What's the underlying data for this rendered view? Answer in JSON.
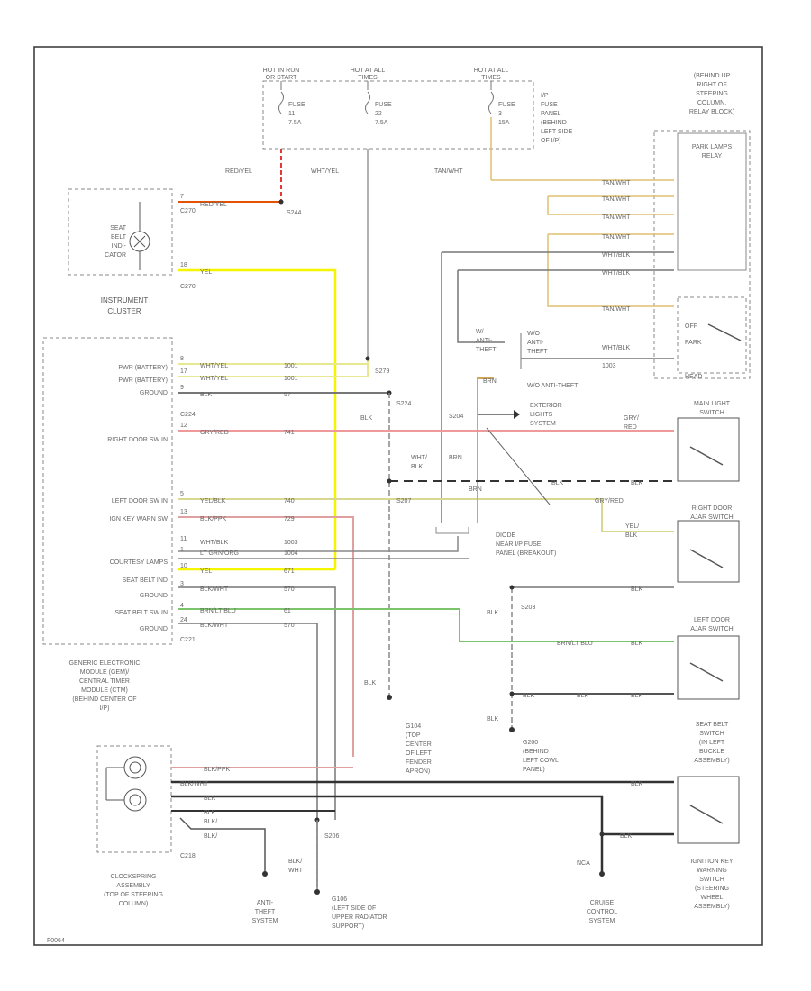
{
  "hot_in_run": [
    "HOT IN RUN",
    "OR START"
  ],
  "hot_at_all_1": [
    "HOT AT ALL",
    "TIMES"
  ],
  "hot_at_all_2": [
    "HOT AT ALL",
    "TIMES"
  ],
  "fuse_a": [
    "FUSE",
    "11",
    "7.5A"
  ],
  "fuse_b": [
    "FUSE",
    "22",
    "7.5A"
  ],
  "fuse_c": [
    "FUSE",
    "3",
    "15A"
  ],
  "fuse_panel": [
    "I/P",
    "FUSE",
    "PANEL",
    "(BEHIND",
    "LEFT SIDE",
    "OF I/P)"
  ],
  "relay_box": [
    "(BEHIND UP",
    "RIGHT OF",
    "STEERING",
    "COLUMN,",
    "RELAY BLOCK)"
  ],
  "park_lamps_relay": [
    "PARK LAMPS",
    "RELAY"
  ],
  "seat_belt_ind": [
    "SEAT",
    "BELT",
    "INDI-",
    "CATOR"
  ],
  "instrument_cluster": [
    "INSTRUMENT",
    "CLUSTER"
  ],
  "wire_red_yel": "RED/YEL",
  "wire_wht_yel": "WHT/YEL",
  "wire_tan_wht": "TAN/WHT",
  "c270a": "C270",
  "c270b": "C270",
  "s244": "S244",
  "pin_7": "7",
  "pin_18": "18",
  "red_yel_c": "RED/YEL",
  "yel_c": "YEL",
  "s279": "S279",
  "s224": "S224",
  "c224": "C224",
  "s204": "S204",
  "s207": "S207",
  "gem_labels": [
    "PWR (BATTERY)",
    "PWR (BATTERY)",
    "GROUND",
    "RIGHT DOOR SW IN"
  ],
  "gem_labels2": [
    "LEFT DOOR SW IN",
    "IGN KEY WARN SW",
    "COURTESY LAMPS",
    "SEAT BELT IND",
    "GROUND",
    "SEAT BELT SW IN",
    "GROUND"
  ],
  "gem_title": [
    "GENERIC ELECTRONIC",
    "MODULE (GEM)/",
    "CENTRAL TIMER",
    "MODULE (CTM)",
    "(BEHIND CENTER OF",
    "I/P)"
  ],
  "c221": "C221",
  "row_wires": [
    "WHT/YEL",
    "WHT/YEL",
    "BLK",
    "GRY/RED",
    "YEL/BLK",
    "BLK/PPK",
    "WHT/BLK",
    "LT GRN/ORG",
    "YEL",
    "BLK/WHT",
    "BRN/LT BLU",
    "BLK/WHT"
  ],
  "row_circuits": [
    "1001",
    "1001",
    "57",
    "741",
    "740",
    "729",
    "1003",
    "1004",
    "671",
    "570",
    "61",
    "570"
  ],
  "row_pins": [
    "8",
    "17",
    "9",
    "12",
    "5",
    "13",
    "11",
    "1",
    "10",
    "3",
    "4",
    "24"
  ],
  "blk": "BLK",
  "wht_blk": [
    "WHT/",
    "BLK"
  ],
  "gry_red": [
    "GRY/",
    "RED"
  ],
  "yel_blk": [
    "YEL/",
    "BLK"
  ],
  "brn": "BRN",
  "wires_tan_wht": [
    "TAN/WHT",
    "TAN/WHT",
    "TAN/WHT",
    "TAN/WHT",
    "TAN/WHT"
  ],
  "wire_wht_blk2": [
    "WHT/BLK",
    "WHT/BLK"
  ],
  "with_anti_theft": [
    "W/",
    "ANTI-",
    "THEFT"
  ],
  "without_anti_theft": [
    "W/O",
    "ANTI-",
    "THEFT"
  ],
  "wo_anti_theft_2": "W/O ANTI-THEFT",
  "exterior_lights": [
    "EXTERIOR",
    "LIGHTS",
    "SYSTEM"
  ],
  "headlamp_switch": [
    "MAIN LIGHT",
    "SWITCH"
  ],
  "off_park_head": [
    "OFF",
    "PARK",
    "HEAD"
  ],
  "right_door_jamb": [
    "RIGHT DOOR",
    "AJAR SWITCH"
  ],
  "left_door_jamb": [
    "LEFT DOOR",
    "AJAR SWITCH"
  ],
  "seat_belt_switch": [
    "SEAT BELT",
    "SWITCH",
    "(IN LEFT",
    "BUCKLE",
    "ASSEMBLY)"
  ],
  "ign_key_switch": [
    "IGNITION KEY",
    "WARNING",
    "SWITCH",
    "(STEERING",
    "WHEEL",
    "ASSEMBLY)"
  ],
  "diode_box": [
    "DIODE",
    "NEAR I/P FUSE",
    "PANEL (BREAKOUT)"
  ],
  "g104": [
    "G104",
    "(TOP",
    "CENTER",
    "OF LEFT",
    "FENDER",
    "APRON)"
  ],
  "g200": [
    "G200",
    "(BEHIND",
    "LEFT COWL",
    "PANEL)"
  ],
  "g106": [
    "G106",
    "(LEFT SIDE OF",
    "UPPER RADIATOR",
    "SUPPORT)"
  ],
  "s203": "S203",
  "s206": "S206",
  "c218": "C218",
  "clockspring": [
    "CLOCKSPRING",
    "ASSEMBLY",
    "(TOP OF STEERING",
    "COLUMN)"
  ],
  "anti_theft": [
    "ANTI-",
    "THEFT",
    "SYSTEM"
  ],
  "cruise": [
    "CRUISE",
    "CONTROL",
    "SYSTEM"
  ],
  "blk_wht": [
    "BLK/",
    "WHT"
  ],
  "nca": "NCA",
  "footer": "F0064"
}
